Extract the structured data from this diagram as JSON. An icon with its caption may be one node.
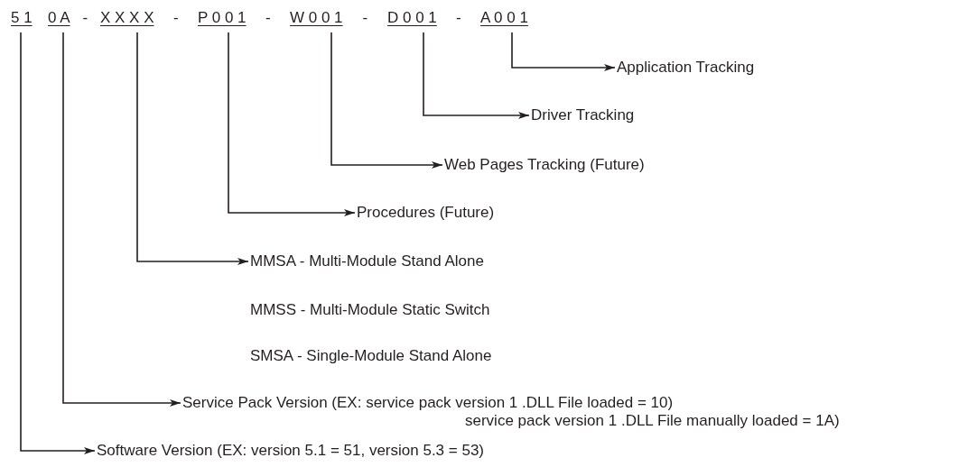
{
  "diagram": {
    "nodes": [
      {
        "text": [
          "5 1"
        ]
      },
      {
        "text": [
          "0 A"
        ]
      },
      {
        "text": [
          "X X X X"
        ]
      },
      {
        "text": [
          "P 0 0 1"
        ]
      },
      {
        "text": [
          "W 0 0 1"
        ]
      },
      {
        "text": [
          "D 0 0 1"
        ]
      },
      {
        "text": [
          "A 0 0 1"
        ]
      },
      {
        "text": [
          "Application Tracking"
        ]
      },
      {
        "text": [
          "Driver Tracking"
        ]
      },
      {
        "text": [
          "Web Pages Tracking (Future)"
        ]
      },
      {
        "text": [
          "Procedures (Future)"
        ]
      },
      {
        "text": [
          "MMSA - Multi-Module Stand Alone"
        ]
      },
      {
        "text": [
          "Service Pack Version (EX: service pack version 1 .DLL File loaded = 10)",
          "service pack version 1 .DLL File manually loaded = 1A)"
        ]
      },
      {
        "text": [
          "Software Version (EX: version 5.1 = 51, version 5.3 = 53)"
        ]
      }
    ],
    "edges": [
      {
        "from": 6,
        "to": 7,
        "arrow": "to"
      },
      {
        "from": 5,
        "to": 8,
        "arrow": "to"
      },
      {
        "from": 4,
        "to": 9,
        "arrow": "to"
      },
      {
        "from": 3,
        "to": 10,
        "arrow": "to"
      },
      {
        "from": 2,
        "to": 11,
        "arrow": "to"
      },
      {
        "from": 1,
        "to": 12,
        "arrow": "to"
      },
      {
        "from": 0,
        "to": 13,
        "arrow": "to"
      }
    ],
    "labels": [
      "-",
      "-",
      "-",
      "-",
      "-",
      "MMSS - Multi-Module Static Switch",
      "SMSA - Single-Module Stand Alone"
    ]
  }
}
